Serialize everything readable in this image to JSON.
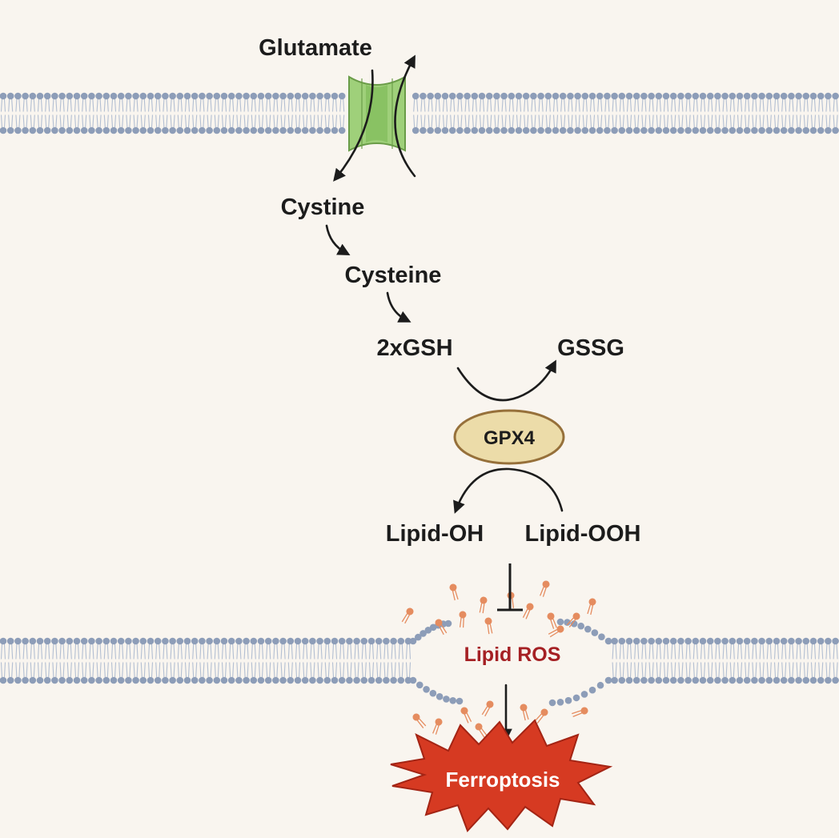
{
  "labels": {
    "glutamate": "Glutamate",
    "cystine": "Cystine",
    "cysteine": "Cysteine",
    "gsh": "2xGSH",
    "gssg": "GSSG",
    "gpx4": "GPX4",
    "lipid_oh": "Lipid-OH",
    "lipid_ooh": "Lipid-OOH",
    "lipid_ros": "Lipid ROS",
    "ferroptosis": "Ferroptosis"
  },
  "colors": {
    "background": "#f9f5ef",
    "membrane_head": "#8d9db8",
    "membrane_tail": "#b3bfd2",
    "transporter_fill": "#9fd07a",
    "transporter_stroke": "#6a9c48",
    "gpx4_fill": "#ecdca9",
    "gpx4_stroke": "#96703a",
    "lipid_ros_text": "#a52024",
    "lipid_fragment": "#e58c5f",
    "ferroptosis_fill": "#d63a22",
    "ferroptosis_stroke": "#a32414",
    "ferroptosis_text": "#ffffff",
    "arrow": "#1c1c1c"
  },
  "icons": {
    "transporter": "system-xc-transporter-icon",
    "membrane": "lipid-bilayer-icon",
    "explosion": "burst-icon"
  }
}
